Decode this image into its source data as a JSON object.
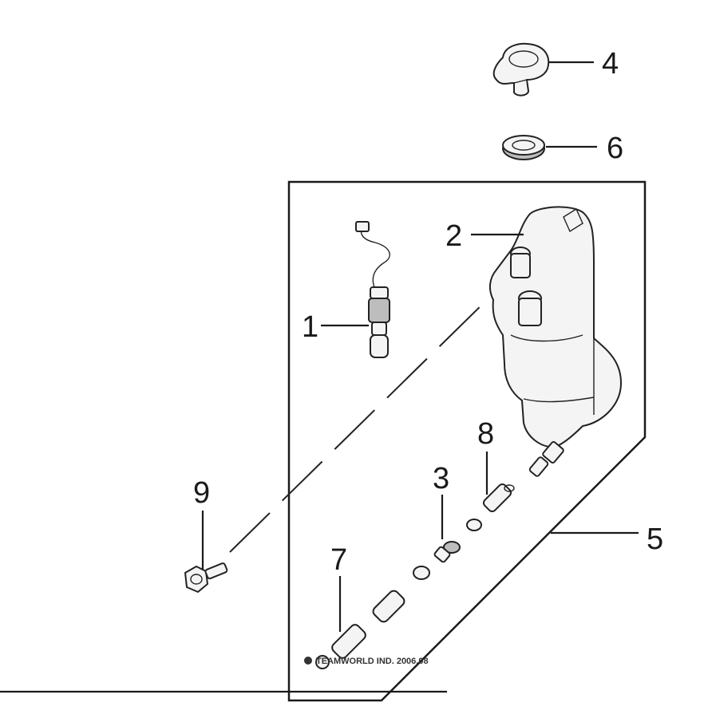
{
  "callouts": {
    "c1": "1",
    "c2": "2",
    "c3": "3",
    "c4": "4",
    "c5": "5",
    "c6": "6",
    "c7": "7",
    "c8": "8",
    "c9": "9"
  },
  "copyright": {
    "text": "TEAMWORLD IND. 2006.08"
  },
  "colors": {
    "line": "#1a1a1a",
    "part_fill": "#f4f4f4",
    "background": "#ffffff"
  }
}
